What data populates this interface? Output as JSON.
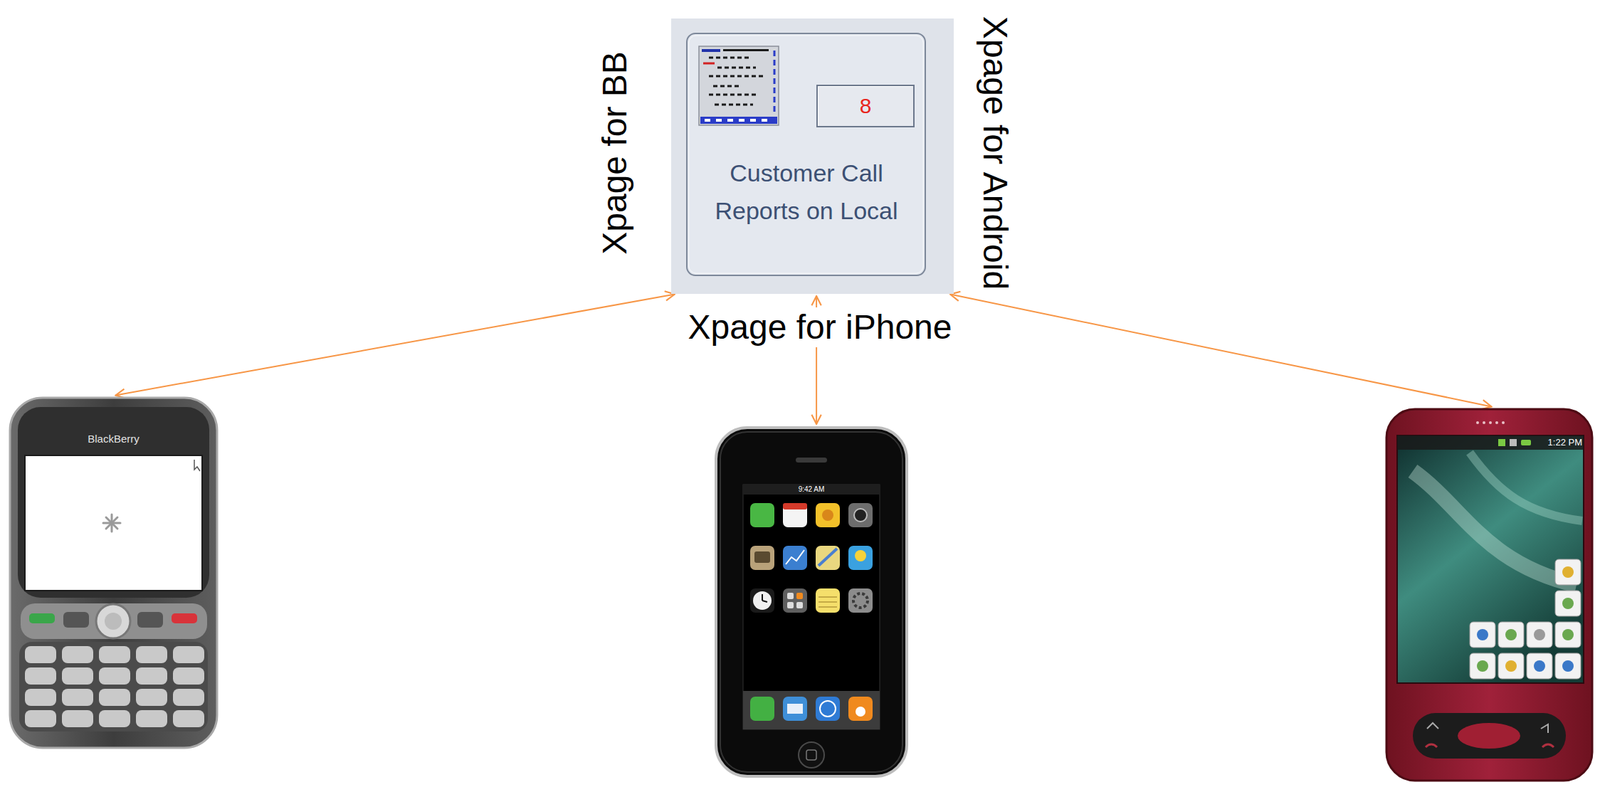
{
  "diagram": {
    "nodes": [
      {
        "text": [
          "Customer Call Reports on Local"
        ]
      },
      {
        "text": [
          "8"
        ],
        "in": 0
      },
      {
        "text": [
          "BlackBerry"
        ]
      },
      {
        "text": [
          "9:42 AM"
        ]
      },
      {
        "text": [
          "1:22 PM"
        ]
      }
    ],
    "edges": [
      {
        "from": 0,
        "to": 2,
        "arrow": "both"
      },
      {
        "from": 0,
        "to": 3,
        "arrow": "both"
      },
      {
        "from": 0,
        "to": 4,
        "arrow": "both"
      }
    ],
    "labels": [
      "Xpage for BB",
      "Xpage for Android",
      "Xpage for iPhone"
    ]
  }
}
